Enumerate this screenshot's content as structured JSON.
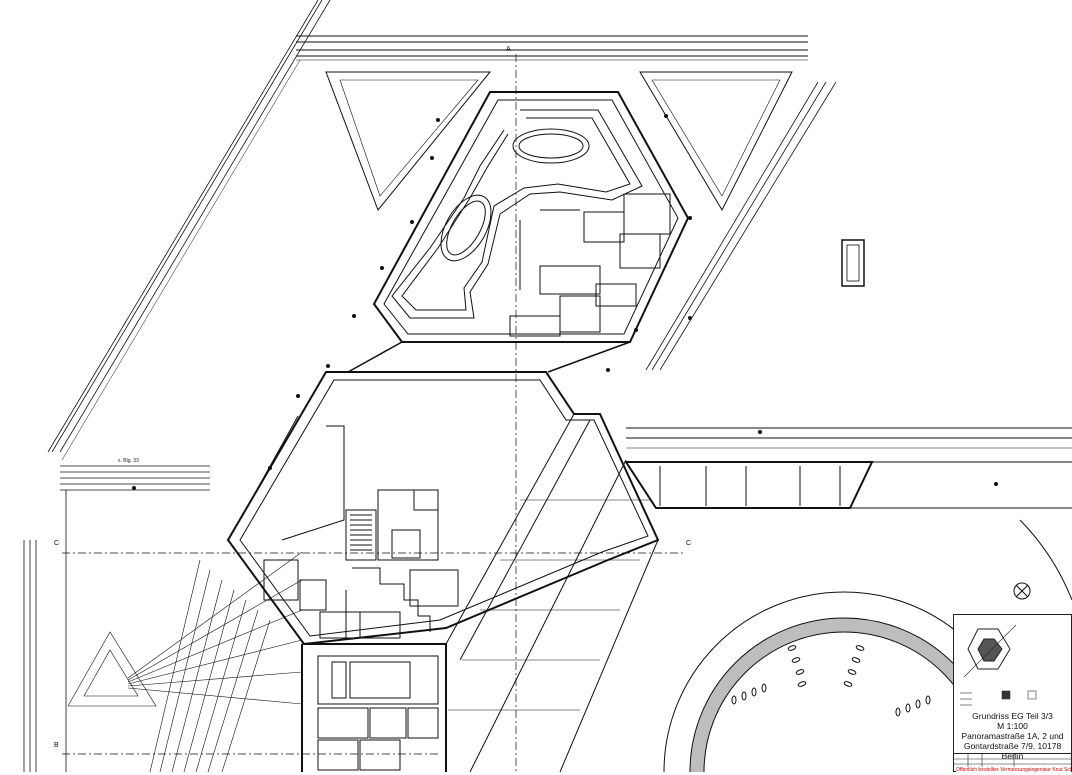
{
  "title_block": {
    "title_line1": "Grundriss EG Teil 3/3",
    "title_line2": "M 1:100",
    "title_line3": "Panoramastraße 1A, 2 und",
    "title_line4": "Gontardstraße 7/9, 10178 Berlin",
    "stamp_text": "Öffentlich bestellter Vermessungsingenieur Knut Sch"
  },
  "axes": {
    "section_c_left": "C",
    "section_c_right": "C",
    "section_b": "B",
    "section_a": "A"
  },
  "references": {
    "detail_ref": "s. Blg. 33"
  },
  "colors": {
    "line": "#111111",
    "thin_line": "#333333",
    "ring_fill": "#bdbdbd",
    "stamp": "#cc0000"
  },
  "icons": {
    "north_arrow": "north-arrow-icon",
    "compass": "compass-icon"
  }
}
